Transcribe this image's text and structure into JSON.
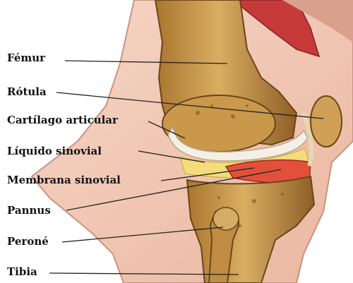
{
  "labels": {
    "femur": "Fémur",
    "rotula": "Rótula",
    "cartilago": "Cartílago articular",
    "liquido": "Líquido sinovial",
    "membrana": "Membrana sinovial",
    "pannus": "Pannus",
    "perone": "Peroné",
    "tibia": "Tibia"
  },
  "colors": {
    "skin": "#f2c8b4",
    "bone": "#c89a4e",
    "bone_dark": "#8a5a22",
    "cartilage": "#f4f0e6",
    "synovial_fluid": "#f3dc7a",
    "membrane": "#e2503c",
    "muscle": "#c83c3c",
    "leader_line": "#222222"
  }
}
